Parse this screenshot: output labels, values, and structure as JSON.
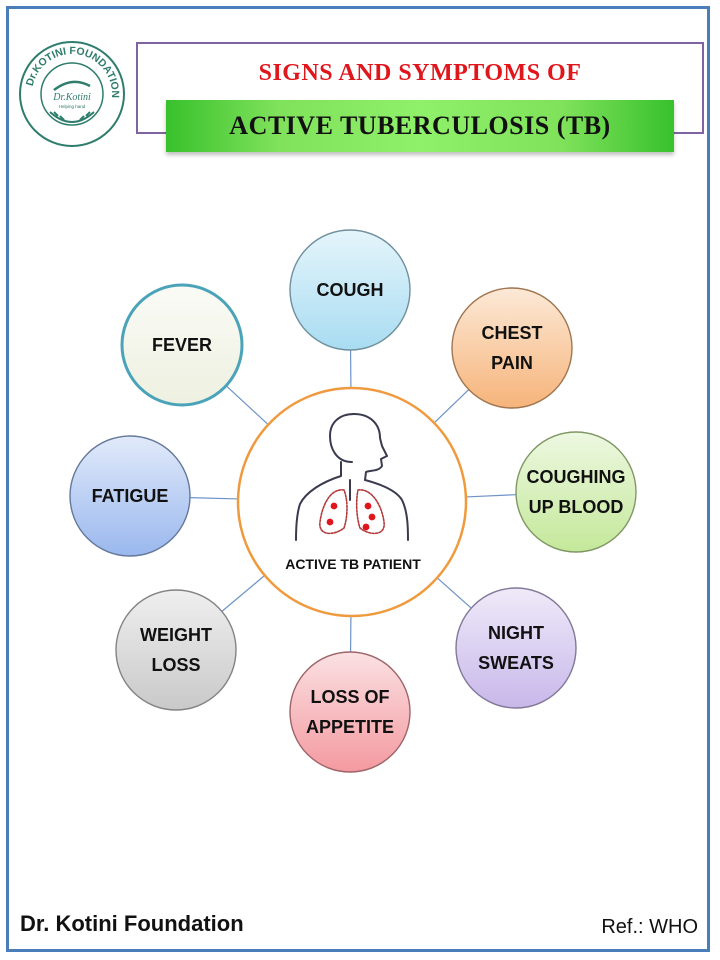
{
  "header": {
    "title_line1": "SIGNS AND SYMPTOMS OF",
    "title_line2": "ACTIVE TUBERCULOSIS (TB)",
    "accent_red": "#e0161c",
    "band_green": "#6fdc4a"
  },
  "logo": {
    "org_ring_text": "Dr.KOTINI FOUNDATION",
    "script_name": "Dr.Kotini",
    "tagline": "Helping hand",
    "color": "#2f7d6d"
  },
  "center": {
    "label": "ACTIVE TB PATIENT",
    "icon": "lungs-person-icon",
    "ring_color": "#f09a3e"
  },
  "symptoms": [
    {
      "label": "COUGH",
      "color": "#a9dcf2"
    },
    {
      "label": "CHEST\nPAIN",
      "color": "#f6b47a"
    },
    {
      "label": "COUGHING\nUP BLOOD",
      "color": "#c4e89a"
    },
    {
      "label": "NIGHT\nSWEATS",
      "color": "#c8b8ea"
    },
    {
      "label": "LOSS OF\nAPPETITE",
      "color": "#f39aa0"
    },
    {
      "label": "WEIGHT\nLOSS",
      "color": "#c9c9c9"
    },
    {
      "label": "FATIGUE",
      "color": "#9ab8ee"
    },
    {
      "label": "FEVER",
      "color": "#eef0e0"
    }
  ],
  "footer": {
    "organization": "Dr. Kotini Foundation",
    "reference": "Ref.: WHO"
  }
}
